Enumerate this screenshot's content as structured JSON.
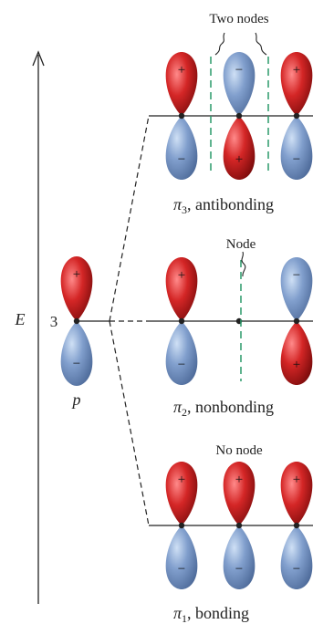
{
  "axis": {
    "label": "E"
  },
  "left_orbital": {
    "energy_label": "3",
    "name": "p",
    "top_sign": "+",
    "bottom_sign": "−"
  },
  "orbitals": [
    {
      "symbol": "π",
      "index": "3",
      "label": ", antibonding",
      "annotation": "Two nodes",
      "lobes": [
        {
          "top": "+",
          "bottom": "−"
        },
        {
          "top": "−",
          "bottom": "+"
        },
        {
          "top": "+",
          "bottom": "−"
        }
      ]
    },
    {
      "symbol": "π",
      "index": "2",
      "label": ", nonbonding",
      "annotation": "Node",
      "lobes": [
        {
          "top": "+",
          "bottom": "−"
        },
        {
          "top": "",
          "bottom": ""
        },
        {
          "top": "−",
          "bottom": "+"
        }
      ]
    },
    {
      "symbol": "π",
      "index": "1",
      "label": ", bonding",
      "annotation": "No node",
      "lobes": [
        {
          "top": "+",
          "bottom": "−"
        },
        {
          "top": "+",
          "bottom": "−"
        },
        {
          "top": "+",
          "bottom": "−"
        }
      ]
    }
  ],
  "colors": {
    "positive_lobe": "#cc1f1f",
    "negative_lobe": "#7f9fcc",
    "node_line": "#2a9a6a"
  }
}
